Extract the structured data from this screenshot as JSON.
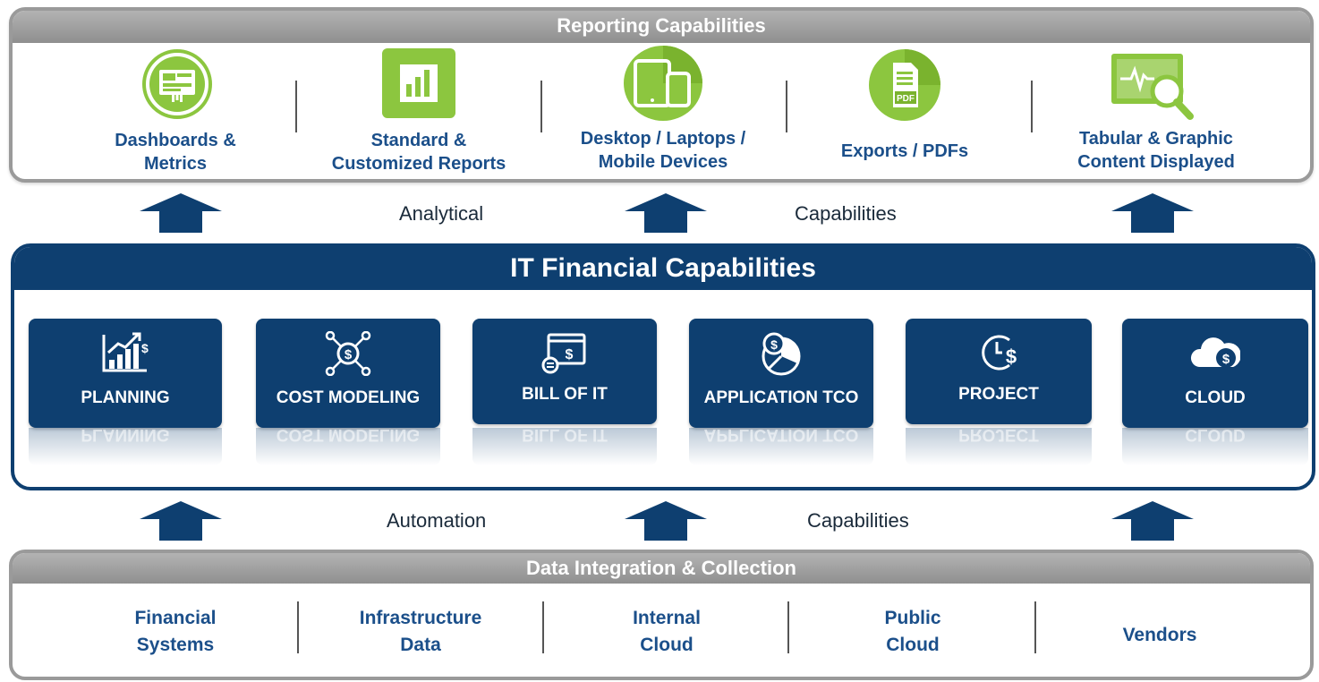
{
  "reporting": {
    "title": "Reporting Capabilities",
    "items": [
      {
        "line1": "Dashboards &",
        "line2": "Metrics",
        "icon": "dashboard-icon"
      },
      {
        "line1": "Standard &",
        "line2": "Customized Reports",
        "icon": "bar-chart-icon"
      },
      {
        "line1": "Desktop / Laptops /",
        "line2": "Mobile Devices",
        "icon": "devices-icon"
      },
      {
        "line1": "Exports / PDFs",
        "line2": "",
        "icon": "pdf-icon"
      },
      {
        "line1": "Tabular & Graphic",
        "line2": "Content Displayed",
        "icon": "magnifier-chart-icon"
      }
    ]
  },
  "bands": {
    "upper": {
      "left": "Analytical",
      "right": "Capabilities"
    },
    "lower": {
      "left": "Automation",
      "right": "Capabilities"
    }
  },
  "it_financial": {
    "title": "IT Financial Capabilities",
    "tiles": [
      {
        "label": "PLANNING",
        "icon": "planning-chart-icon"
      },
      {
        "label": "COST MODELING",
        "icon": "cost-network-icon"
      },
      {
        "label": "BILL OF IT",
        "icon": "bill-icon"
      },
      {
        "label": "APPLICATION TCO",
        "icon": "pie-dollar-icon"
      },
      {
        "label": "PROJECT",
        "icon": "clock-dollar-icon"
      },
      {
        "label": "CLOUD",
        "icon": "cloud-dollar-icon"
      }
    ]
  },
  "data_integration": {
    "title": "Data Integration & Collection",
    "items": [
      {
        "line1": "Financial",
        "line2": "Systems"
      },
      {
        "line1": "Infrastructure",
        "line2": "Data"
      },
      {
        "line1": "Internal",
        "line2": "Cloud"
      },
      {
        "line1": "Public",
        "line2": "Cloud"
      },
      {
        "line1": "Vendors",
        "line2": ""
      }
    ]
  },
  "colors": {
    "navy": "#0e3f70",
    "gray": "#9a9a9a",
    "green": "#8cc63f",
    "label_blue": "#1b4f8a"
  }
}
